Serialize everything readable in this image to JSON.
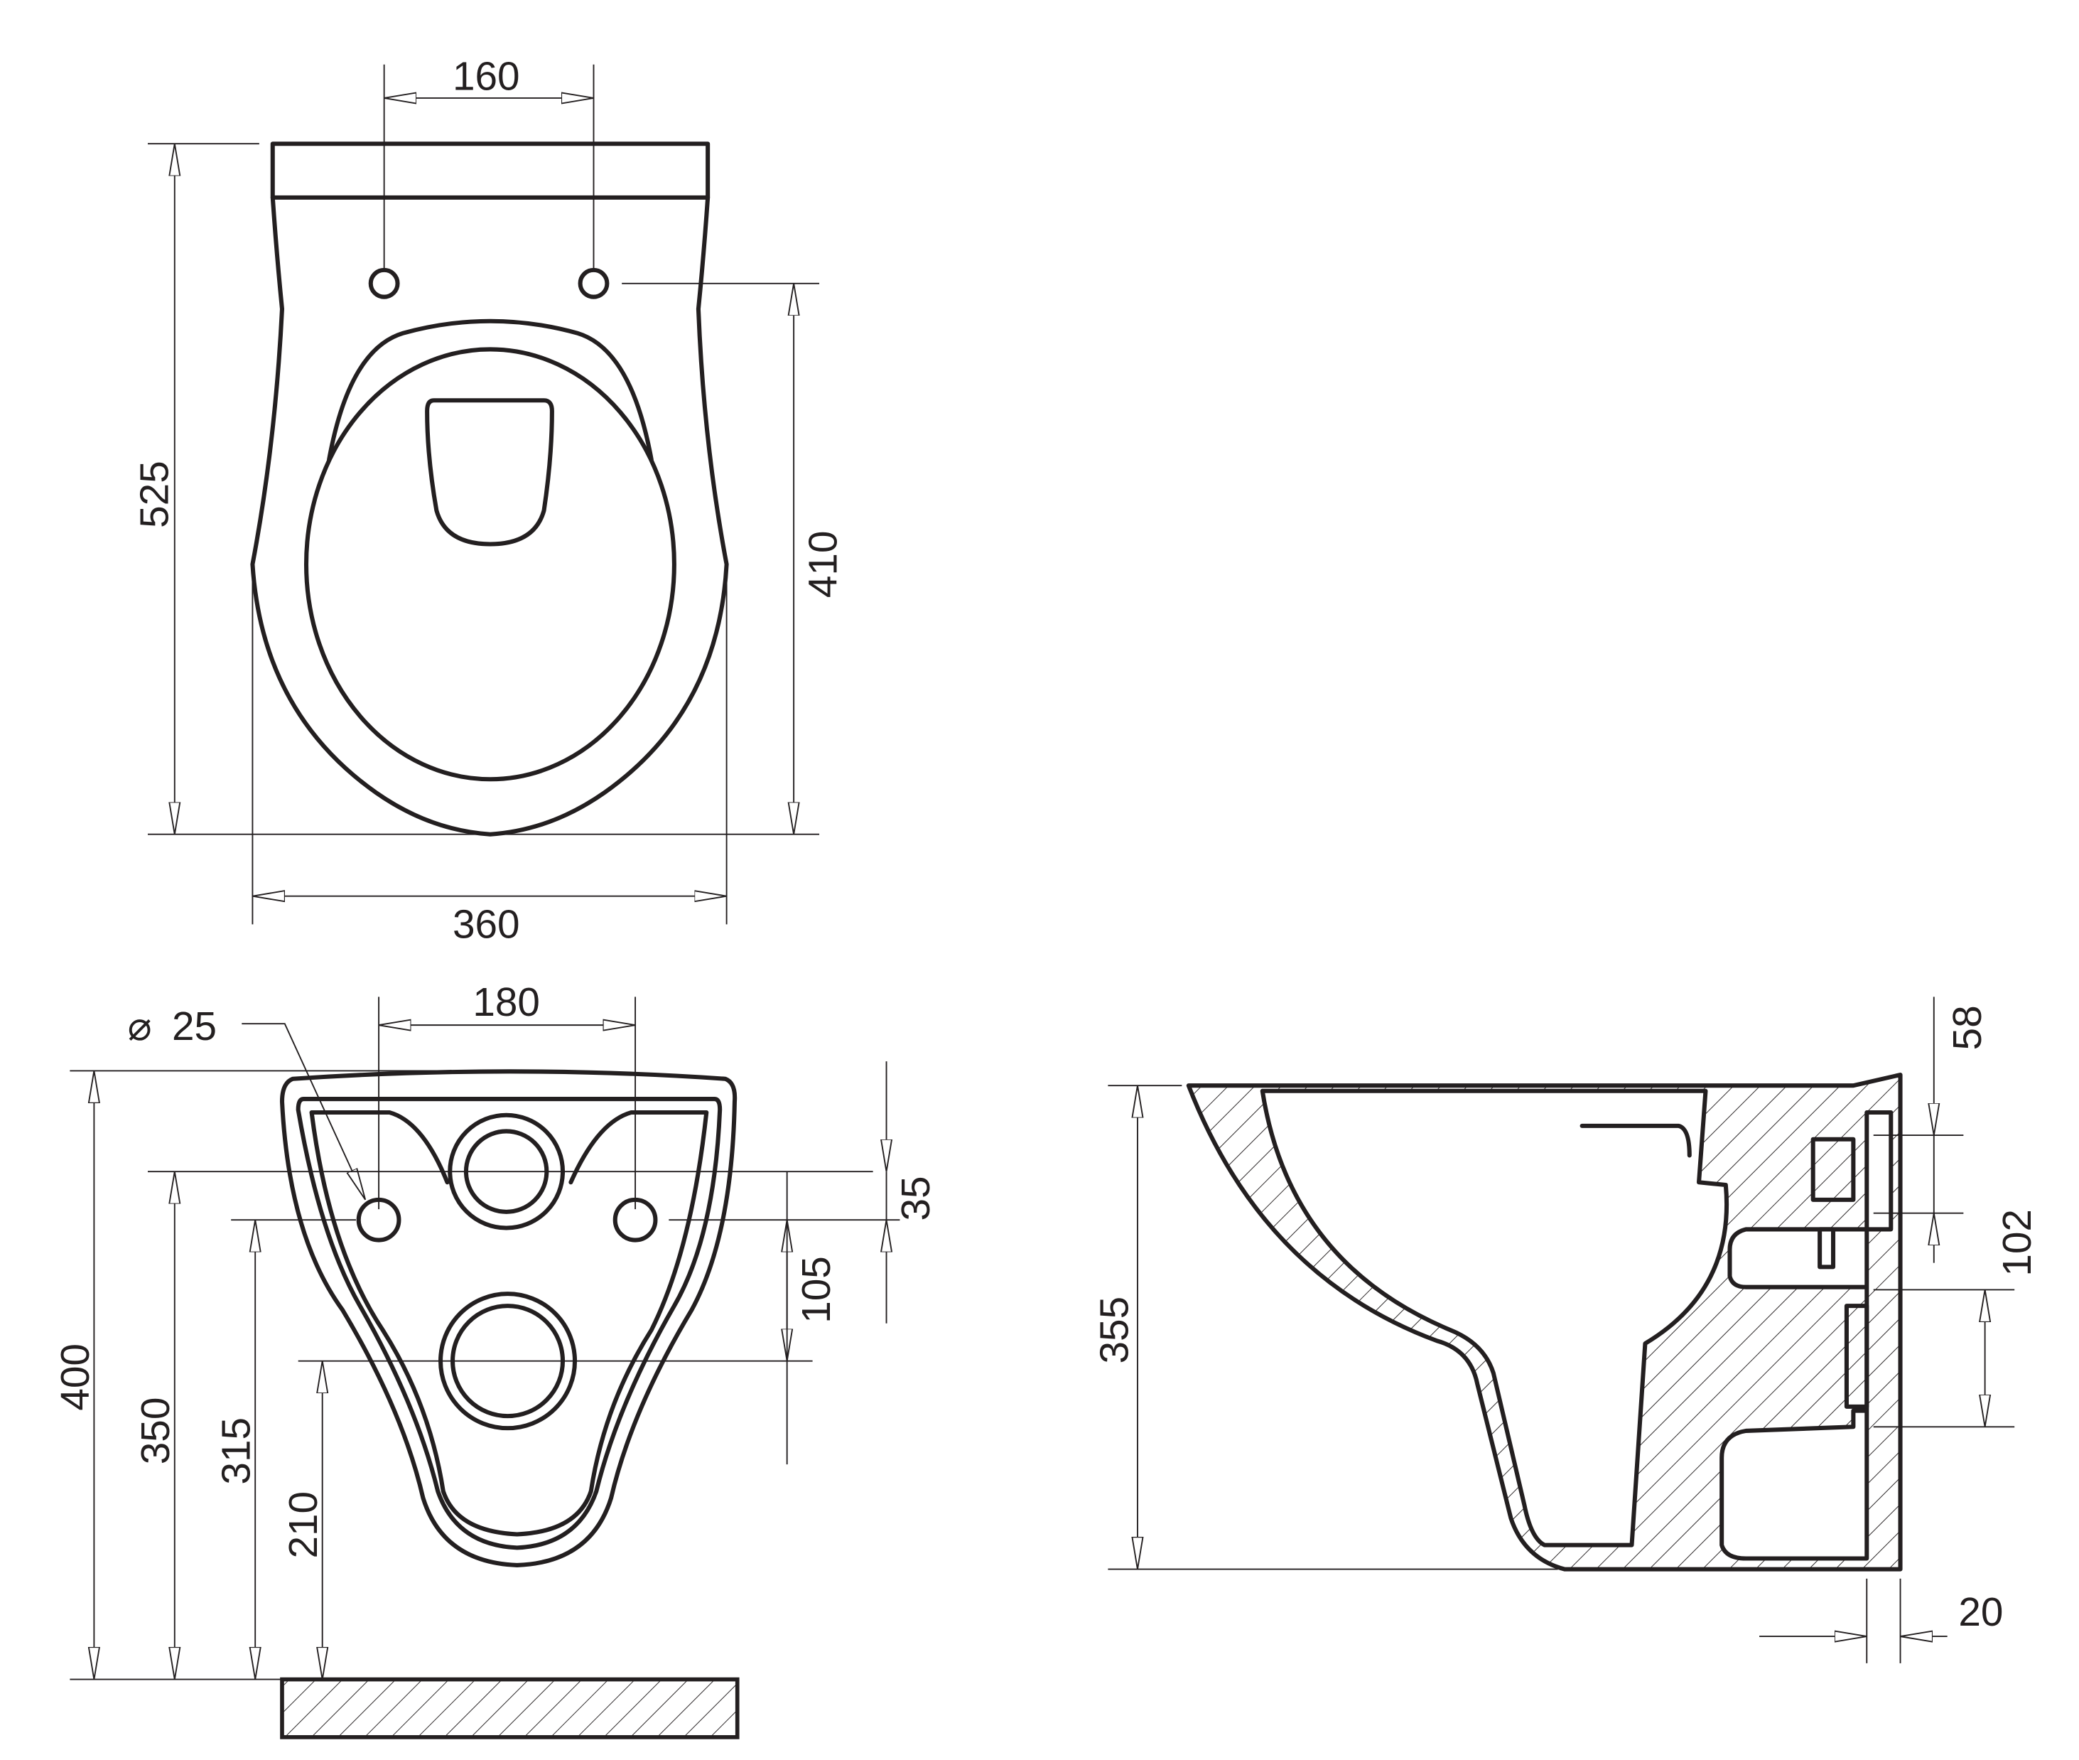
{
  "top_view": {
    "dims": {
      "hole_spacing": "160",
      "length": "525",
      "hole_to_front": "410",
      "width": "360"
    }
  },
  "back_view": {
    "dims": {
      "hole_diameter_symbol": "⌀",
      "hole_diameter": "25",
      "hole_spacing": "180",
      "height": "400",
      "upper_outlet": "350",
      "holes": "315",
      "lower_outlet": "210",
      "hole_offset": "35",
      "outlet_spacing": "105"
    }
  },
  "side_view": {
    "dims": {
      "height": "355",
      "top_offset": "58",
      "inlet_spacing": "102",
      "wall_gap": "20"
    }
  },
  "colors": {
    "line": "#231f20",
    "background": "#ffffff"
  }
}
